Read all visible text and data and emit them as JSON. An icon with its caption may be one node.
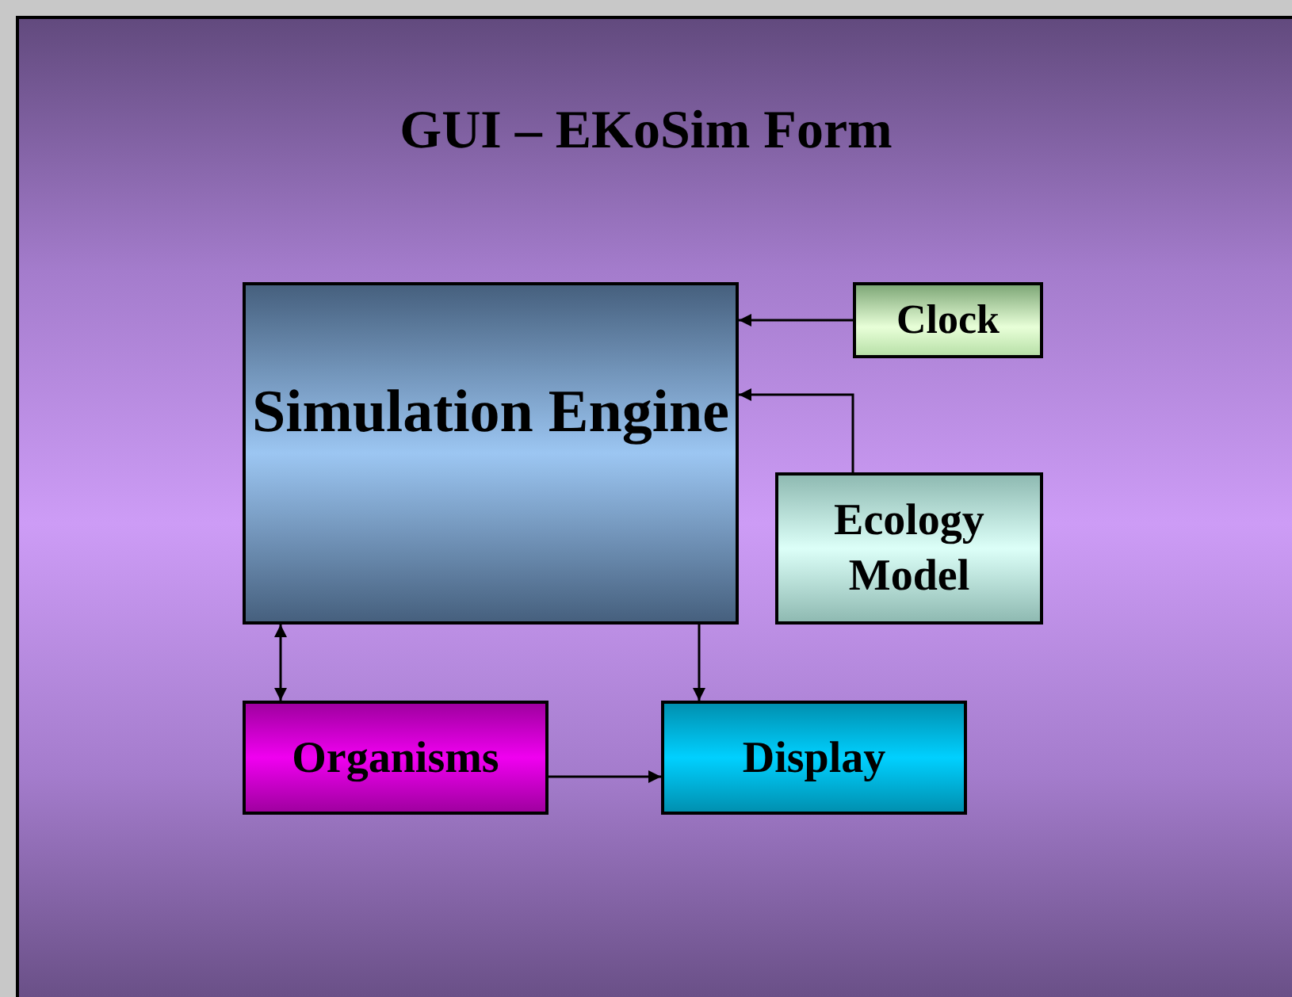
{
  "diagram": {
    "title": "GUI – EKoSim Form",
    "nodes": [
      {
        "text": [
          "Simulation Engine"
        ]
      },
      {
        "text": [
          "Clock"
        ]
      },
      {
        "text": [
          "Ecology Model"
        ]
      },
      {
        "text": [
          "Organisms"
        ]
      },
      {
        "text": [
          "Display"
        ]
      }
    ],
    "edges": [
      {
        "from": 1,
        "to": 0,
        "arrow": "to"
      },
      {
        "from": 2,
        "to": 0,
        "arrow": "to"
      },
      {
        "from": 0,
        "to": 3,
        "arrow": "both"
      },
      {
        "from": 0,
        "to": 4,
        "arrow": "to"
      },
      {
        "from": 3,
        "to": 4,
        "arrow": "to"
      }
    ]
  }
}
